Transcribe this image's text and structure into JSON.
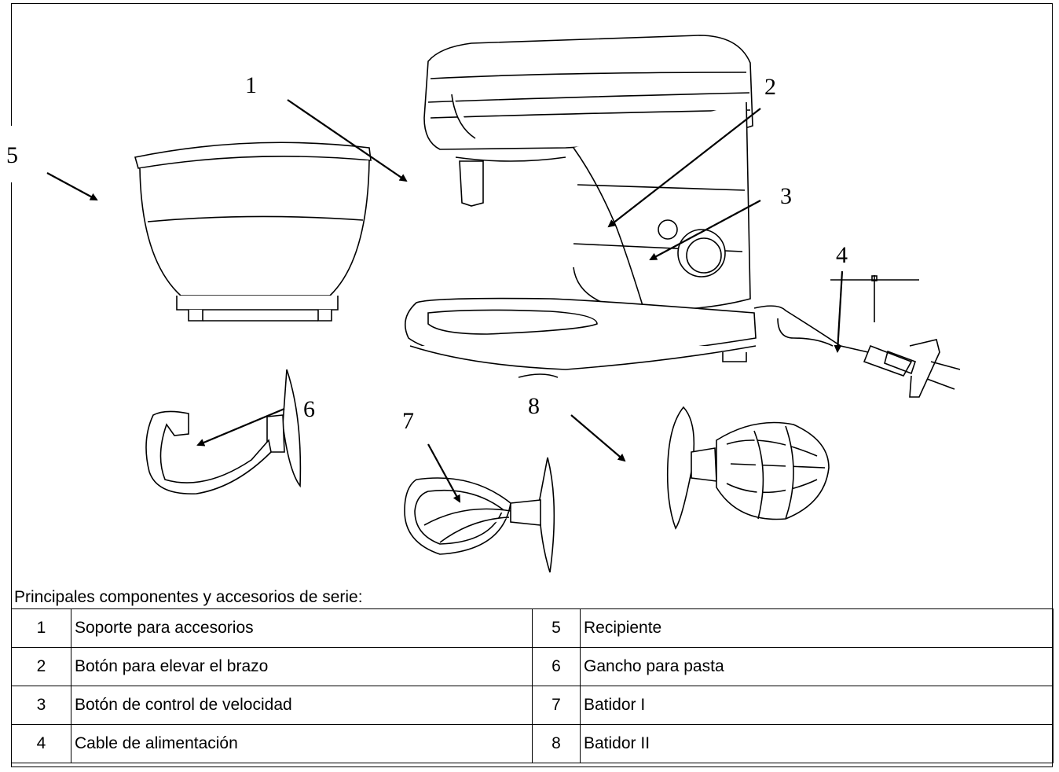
{
  "callouts": {
    "c1": "1",
    "c2": "2",
    "c3": "3",
    "c4": "4",
    "c5": "5",
    "c6": "6",
    "c7": "7",
    "c8": "8"
  },
  "caption": "Principales componentes y accesorios de serie:",
  "table": {
    "rows": [
      {
        "n1": "1",
        "name1": "Soporte para accesorios",
        "n2": "5",
        "name2": "Recipiente"
      },
      {
        "n1": "2",
        "name1": "Botón para elevar el brazo",
        "n2": "6",
        "name2": "Gancho para pasta"
      },
      {
        "n1": "3",
        "name1": "Botón de control de velocidad",
        "n2": "7",
        "name2": "Batidor I"
      },
      {
        "n1": "4",
        "name1": "Cable de alimentación",
        "n2": "8",
        "name2": "Batidor II"
      }
    ]
  }
}
